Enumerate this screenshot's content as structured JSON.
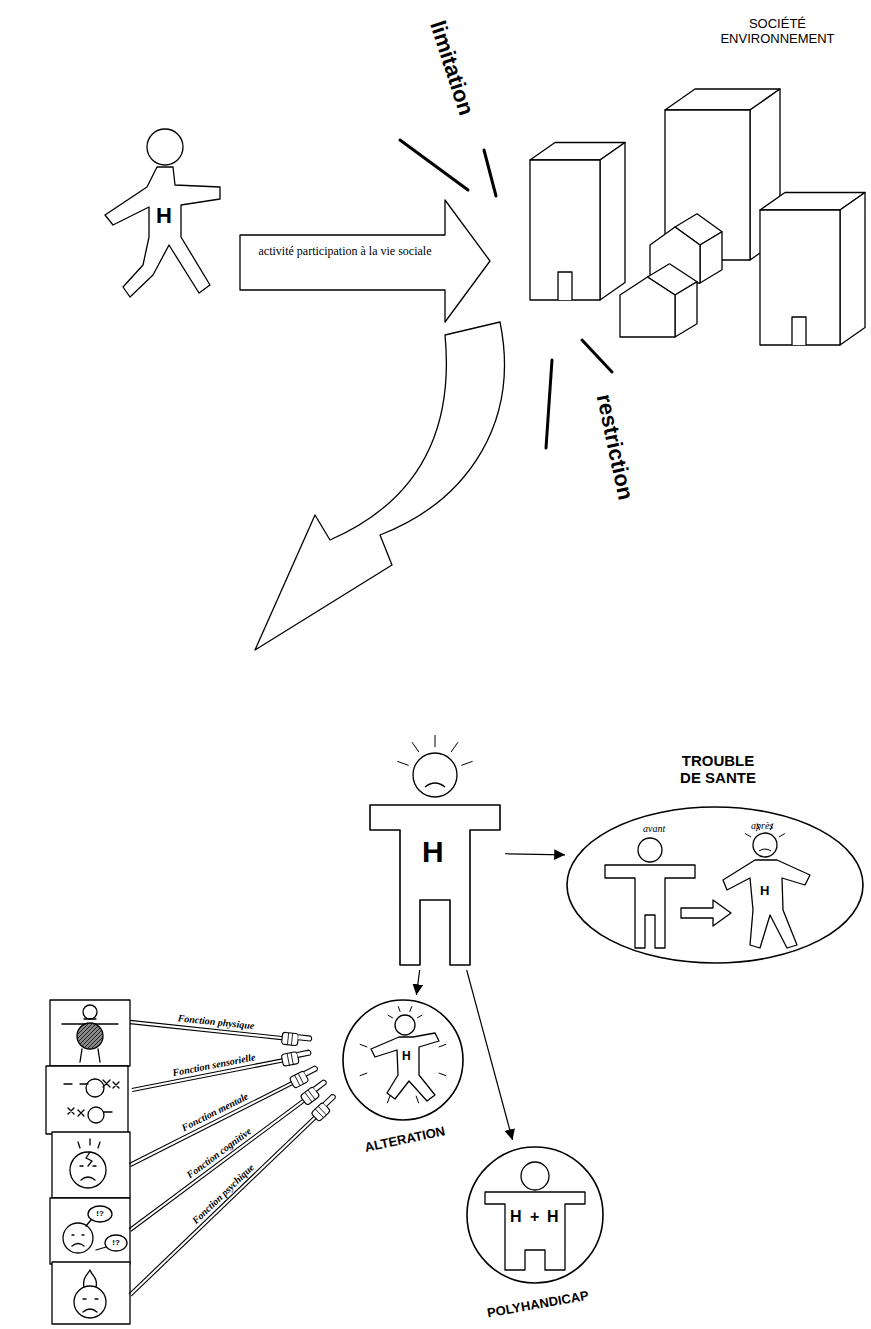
{
  "diagram": {
    "nodes": [
      {
        "text": [
          "H"
        ]
      },
      {
        "text": [
          "activité participation à la vie sociale"
        ]
      },
      {
        "text": [
          "SOCIÉTÉ ENVIRONNEMENT"
        ]
      },
      {
        "text": [
          "H"
        ]
      },
      {
        "text": [
          "TROUBLE DE SANTE",
          "avant",
          "après",
          "H"
        ]
      },
      {
        "text": [
          "H",
          "ALTERATION"
        ]
      },
      {
        "text": [
          "H",
          "+",
          "H",
          "POLYHANDICAP"
        ]
      }
    ],
    "edges": [
      {
        "from": 3,
        "to": 4,
        "arrow": "to"
      },
      {
        "from": 3,
        "to": 5,
        "arrow": "to"
      },
      {
        "from": 3,
        "to": 6,
        "arrow": "to"
      }
    ],
    "labels": [
      "limitation",
      "restriction",
      "Fonction physique",
      "Fonction sensorielle",
      "Fonction mentale",
      "Fonction cognitive",
      "Fonction psychique",
      "!?",
      "!?"
    ]
  }
}
